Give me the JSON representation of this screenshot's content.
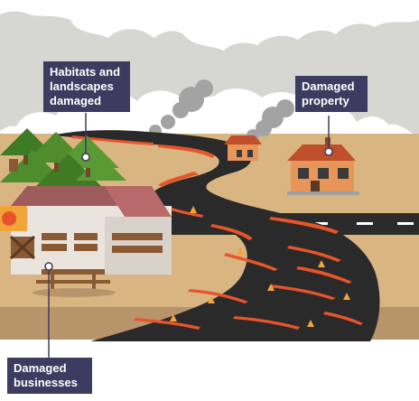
{
  "labels": {
    "habitats": {
      "line1": "Habitats and",
      "line2": "landscapes",
      "line3": "damaged"
    },
    "property": {
      "line1": "Damaged",
      "line2": "property"
    },
    "businesses": {
      "line1": "Damaged",
      "line2": "businesses"
    }
  },
  "colors": {
    "label_bg": "#3d3b5f",
    "sky": "#d6d6d2",
    "smoke": "#a3a3a3",
    "ground": "#d6b280",
    "road": "#2b2b2b",
    "lava_crust": "#2a2a2a",
    "lava_glow": "#e8542a",
    "tree": "#4f8c2e",
    "house": "#e8955a",
    "roof": "#c0502b"
  }
}
